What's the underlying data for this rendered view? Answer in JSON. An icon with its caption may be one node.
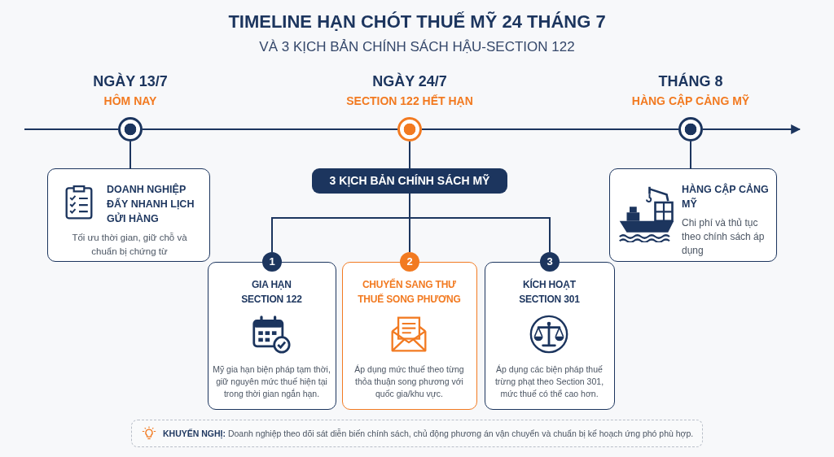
{
  "diagram": {
    "title": "TIMELINE HẠN CHÓT THUẾ MỸ 24 THÁNG 7",
    "nodes": [
      {
        "text": [],
        "shape": "circle",
        "beside": [
          "NGÀY 13/7",
          "HÔM NAY"
        ]
      },
      {
        "text": [],
        "shape": "circle",
        "beside": [
          "NGÀY 24/7",
          "SECTION 122 HẾT HẠN"
        ]
      },
      {
        "text": [],
        "shape": "circle",
        "beside": [
          "THÁNG 8",
          "HÀNG CẬP CẢNG MỸ"
        ]
      },
      {
        "text": [
          "DOANH NGHIỆP ĐẨY NHANH LỊCH GỬI HÀNG",
          "Tối ưu thời gian, giữ chỗ và chuẩn bị chứng từ"
        ]
      },
      {
        "text": [
          "3 KỊCH BẢN CHÍNH SÁCH MỸ"
        ]
      },
      {
        "text": [
          "HÀNG CẬP CẢNG MỸ",
          "Chi phí và thủ tục theo chính sách áp dụng"
        ]
      },
      {
        "text": [
          "1"
        ]
      },
      {
        "text": [
          "GIA HẠN SECTION 122",
          "Mỹ gia hạn biện pháp tạm thời, giữ nguyên mức thuế hiện tại trong thời gian ngắn hạn."
        ]
      },
      {
        "text": [
          "2"
        ]
      },
      {
        "text": [
          "CHUYỂN SANG THƯ THUẾ SONG PHƯƠNG",
          "Áp dụng mức thuế theo từng thỏa thuận song phương với quốc gia/khu vực."
        ]
      },
      {
        "text": [
          "3"
        ]
      },
      {
        "text": [
          "KÍCH HOẠT SECTION 301",
          "Áp dụng các biện pháp thuế trừng phạt theo Section 301, mức thuế có thể cao hơn."
        ]
      },
      {
        "text": [
          "**KHUYẾN NGHỊ:** Doanh nghiệp theo dõi sát diễn biến chính sách, chủ động phương án vận chuyển và chuẩn bị kế hoạch ứng phó phù hợp."
        ]
      }
    ],
    "edges": [
      {
        "from": null,
        "to": 0,
        "arrow": "none"
      },
      {
        "from": 0,
        "to": 1,
        "arrow": "none"
      },
      {
        "from": 1,
        "to": 2,
        "arrow": "none"
      },
      {
        "from": 2,
        "to": null,
        "arrow": "to"
      },
      {
        "from": 0,
        "to": 3,
        "arrow": "none"
      },
      {
        "from": 1,
        "to": 4,
        "arrow": "none"
      },
      {
        "from": 2,
        "to": 5,
        "arrow": "none"
      },
      {
        "from": 4,
        "to": 6,
        "arrow": "none"
      },
      {
        "from": 4,
        "to": 8,
        "arrow": "none"
      },
      {
        "from": 4,
        "to": 10,
        "arrow": "none"
      }
    ],
    "labels": [
      "VÀ 3 KỊCH BẢN CHÍNH SÁCH HẬU-SECTION 122"
    ]
  }
}
